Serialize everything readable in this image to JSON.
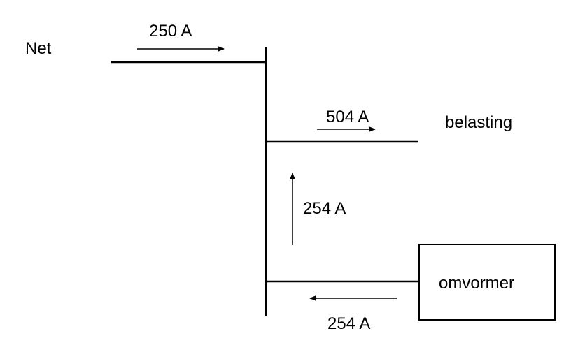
{
  "diagram": {
    "nodes": {
      "net": "Net",
      "load": "belasting",
      "inverter": "omvormer"
    },
    "currents": {
      "grid_feed": "250 A",
      "load_draw": "504 A",
      "inverter_up": "254 A",
      "inverter_out": "254 A"
    },
    "colors": {
      "line": "#000000",
      "background": "#ffffff"
    }
  }
}
